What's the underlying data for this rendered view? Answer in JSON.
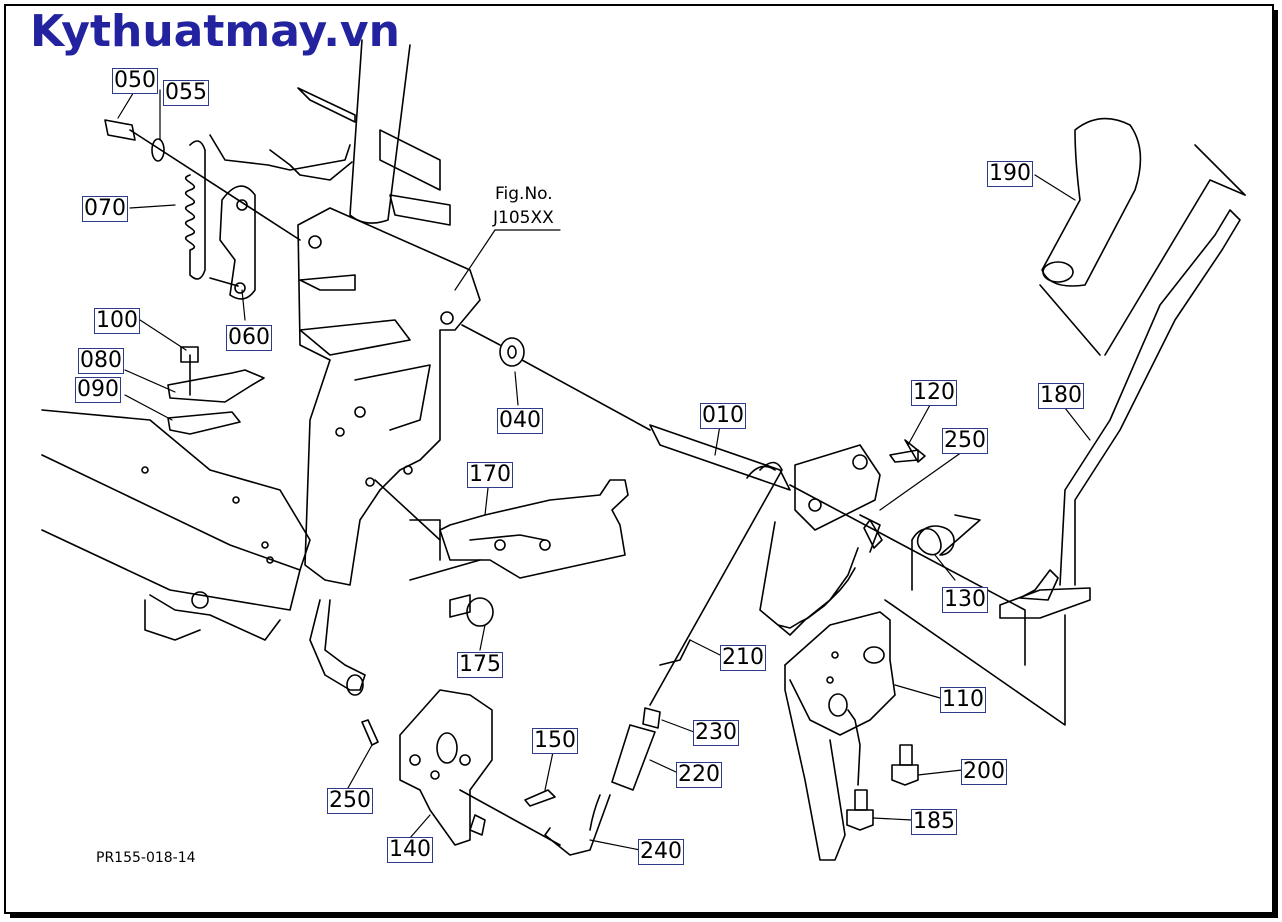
{
  "watermark": "Kythuatmay.vn",
  "figure_ref": {
    "line1": "Fig.No.",
    "line2": "J105XX"
  },
  "plate_code": "PR155-018-14",
  "colors": {
    "label_border": "#2d3b8a",
    "watermark": "#2323a0",
    "line": "#000000"
  },
  "parts": [
    {
      "id": "050"
    },
    {
      "id": "055"
    },
    {
      "id": "070"
    },
    {
      "id": "060"
    },
    {
      "id": "100"
    },
    {
      "id": "080"
    },
    {
      "id": "090"
    },
    {
      "id": "040"
    },
    {
      "id": "010"
    },
    {
      "id": "170"
    },
    {
      "id": "175"
    },
    {
      "id": "120"
    },
    {
      "id": "250"
    },
    {
      "id": "130"
    },
    {
      "id": "190"
    },
    {
      "id": "180"
    },
    {
      "id": "210"
    },
    {
      "id": "110"
    },
    {
      "id": "230"
    },
    {
      "id": "220"
    },
    {
      "id": "200"
    },
    {
      "id": "185"
    },
    {
      "id": "150"
    },
    {
      "id": "250"
    },
    {
      "id": "140"
    },
    {
      "id": "240"
    }
  ]
}
